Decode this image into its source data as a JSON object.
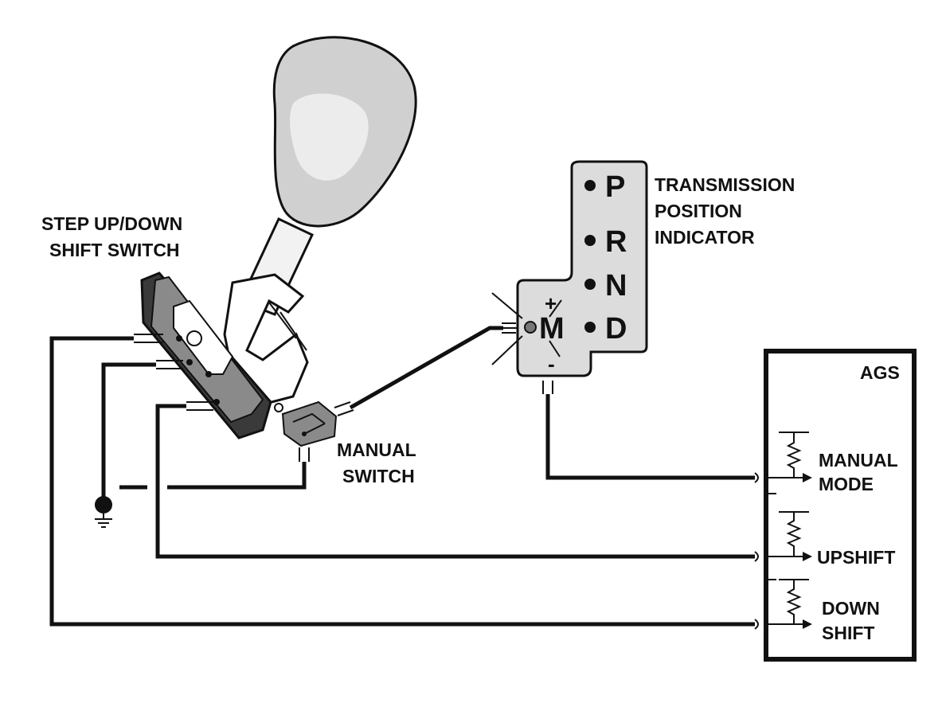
{
  "labels": {
    "shift_switch_line1": "STEP UP/DOWN",
    "shift_switch_line2": "SHIFT SWITCH",
    "manual_switch_line1": "MANUAL",
    "manual_switch_line2": "SWITCH",
    "indicator_line1": "TRANSMISSION",
    "indicator_line2": "POSITION",
    "indicator_line3": "INDICATOR",
    "ags_title": "AGS"
  },
  "gear_positions": [
    "P",
    "R",
    "N",
    "D"
  ],
  "manual_gate": {
    "mode": "M",
    "plus": "+",
    "minus": "-"
  },
  "ags_inputs": [
    {
      "line1": "MANUAL",
      "line2": "MODE"
    },
    {
      "line1": "UPSHIFT",
      "line2": ""
    },
    {
      "line1": "DOWN",
      "line2": "SHIFT"
    }
  ],
  "colors": {
    "ink": "#111111",
    "panel_fill": "#dcdcdc",
    "switch_fill": "#3a3a3a",
    "knob_fill": "#cfcfcf"
  }
}
